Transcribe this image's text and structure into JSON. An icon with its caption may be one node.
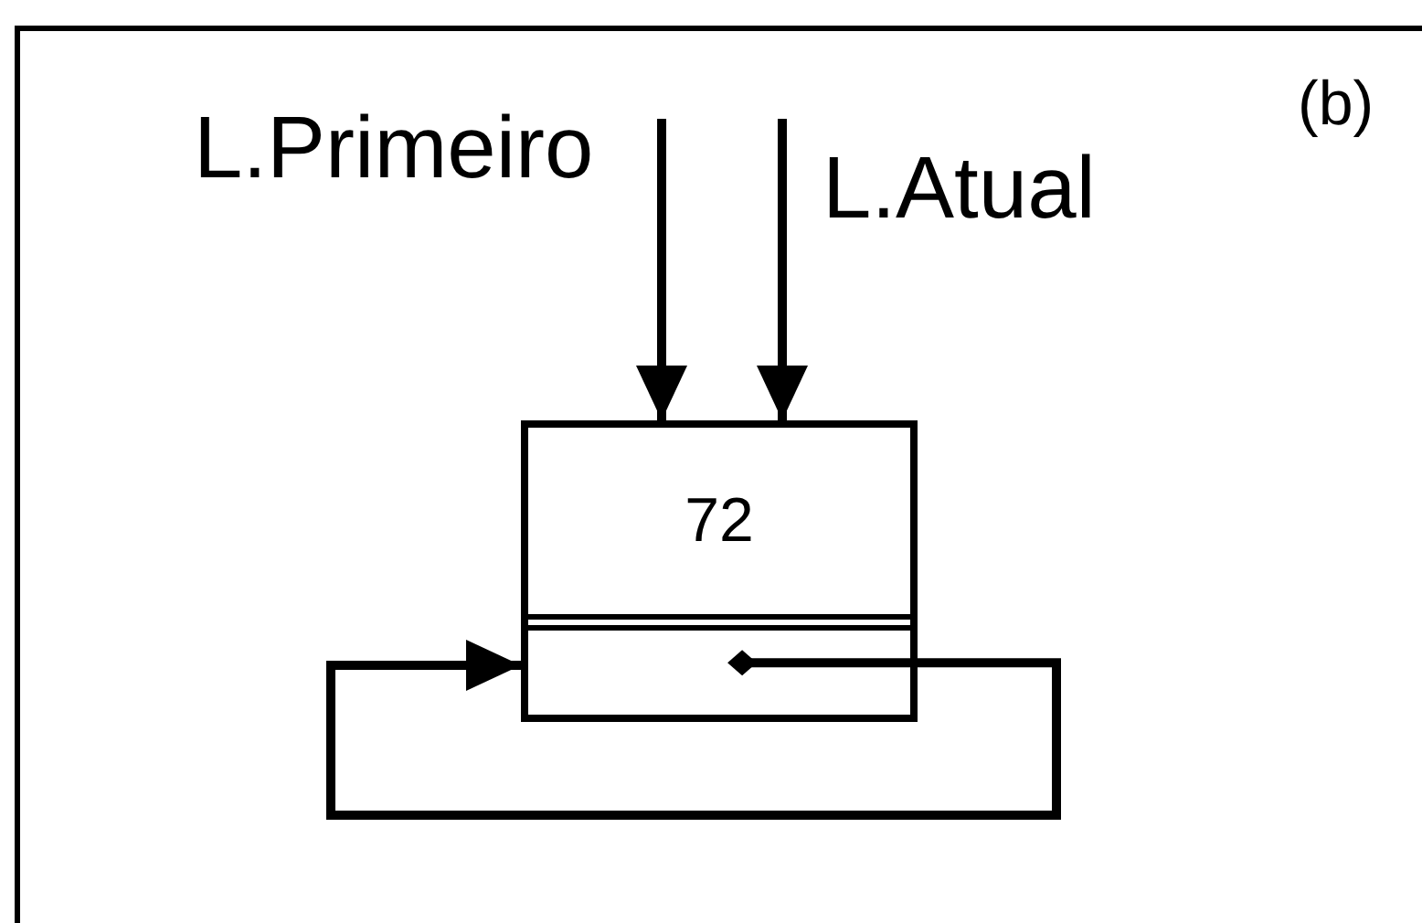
{
  "diagram": {
    "nodes": [
      {
        "text": [],
        "shape": "box"
      },
      {
        "text": [
          "72"
        ],
        "in": 0
      },
      {
        "text": [],
        "shape": "box",
        "in": 0
      }
    ],
    "edges": [
      {
        "from": null,
        "to": 0,
        "arrow": "to",
        "label": "L.Primeiro"
      },
      {
        "from": null,
        "to": 0,
        "arrow": "to",
        "label": "L.Atual"
      },
      {
        "from": 2,
        "to": 2,
        "arrow": "to"
      }
    ],
    "labels": [
      "(b)"
    ]
  }
}
